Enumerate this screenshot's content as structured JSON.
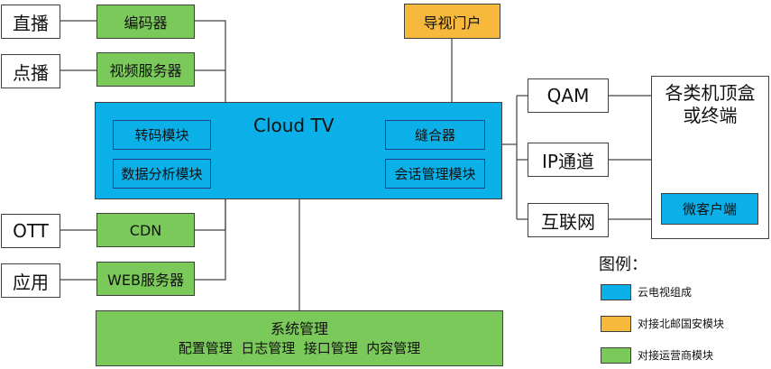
{
  "left_sources": [
    "直播",
    "点播",
    "OTT",
    "应用"
  ],
  "left_services": [
    "编码器",
    "视频服务器",
    "CDN",
    "WEB服务器"
  ],
  "portal": "导视门户",
  "cloud": {
    "title": "Cloud TV",
    "left_modules": [
      "转码模块",
      "数据分析模块"
    ],
    "right_modules": [
      "缝合器",
      "会话管理模块"
    ]
  },
  "channels": [
    "QAM",
    "IP通道",
    "互联网"
  ],
  "terminal": {
    "title_line1": "各类机顶盒",
    "title_line2": "或终端",
    "client": "微客户端"
  },
  "system": {
    "title": "系统管理",
    "subtitle": "配置管理  日志管理  接口管理  内容管理"
  },
  "legend": {
    "title": "图例：",
    "items": [
      {
        "label": "云电视组成",
        "color": "#0bb0e8"
      },
      {
        "label": "对接北邮国安模块",
        "color": "#f7b93b"
      },
      {
        "label": "对接运营商模块",
        "color": "#7ac95a"
      }
    ]
  }
}
